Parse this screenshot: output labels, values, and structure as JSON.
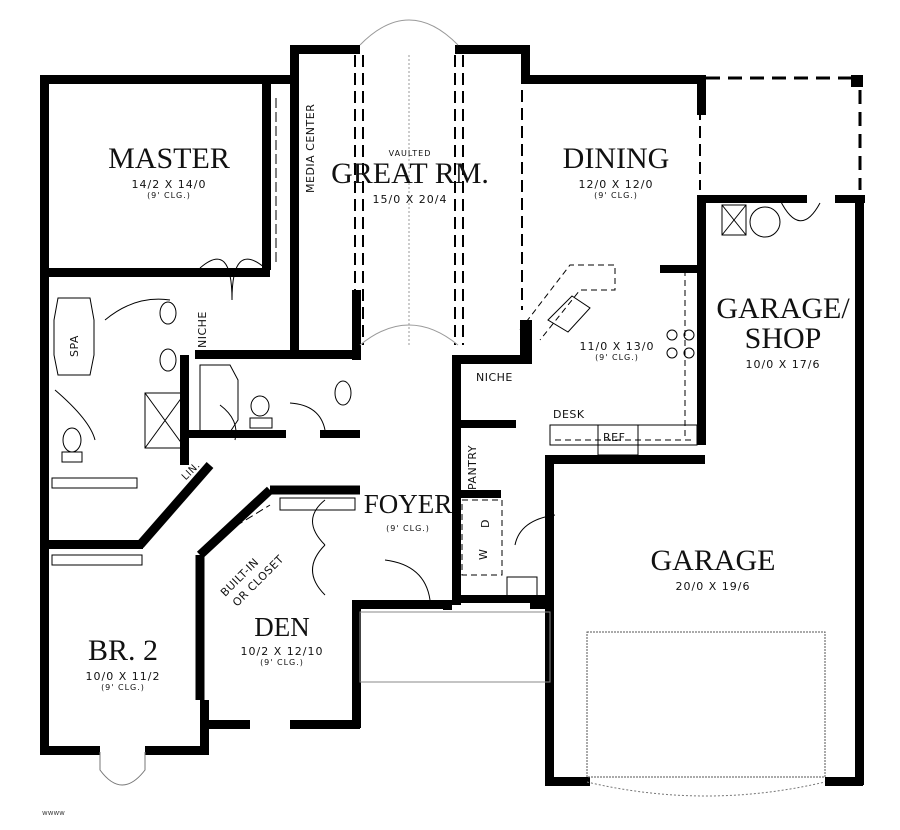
{
  "plan": {
    "type": "floor-plan",
    "rooms": [
      {
        "id": "master",
        "name": "MASTER",
        "dimensions": "14/2 X 14/0",
        "ceiling": "(9' CLG.)"
      },
      {
        "id": "great-room",
        "prefix": "VAULTED",
        "name": "GREAT RM.",
        "dimensions": "15/0 X 20/4"
      },
      {
        "id": "dining",
        "name": "DINING",
        "dimensions": "12/0 X 12/0",
        "ceiling": "(9' CLG.)"
      },
      {
        "id": "kitchen",
        "dimensions": "11/0 X 13/0",
        "ceiling": "(9' CLG.)"
      },
      {
        "id": "garage-shop",
        "name_line1": "GARAGE/",
        "name_line2": "SHOP",
        "dimensions": "10/0 X 17/6"
      },
      {
        "id": "foyer",
        "name": "FOYER",
        "ceiling": "(9' CLG.)"
      },
      {
        "id": "garage",
        "name": "GARAGE",
        "dimensions": "20/0 X 19/6"
      },
      {
        "id": "den",
        "name": "DEN",
        "dimensions": "10/2 X 12/10",
        "ceiling": "(9' CLG.)"
      },
      {
        "id": "bedroom-2",
        "name": "BR. 2",
        "dimensions": "10/0 X 11/2",
        "ceiling": "(9' CLG.)"
      }
    ],
    "fixture_labels": {
      "media_center": "MEDIA CENTER",
      "spa": "SPA",
      "niche_master": "NICHE",
      "niche_kitchen": "NICHE",
      "linen": "LIN.",
      "pantry": "PANTRY",
      "desk": "DESK",
      "ref": "REF",
      "washer": "W",
      "dryer": "D",
      "built_in_line1": "BUILT-IN",
      "built_in_line2": "OR CLOSET"
    },
    "watermark": "wwww"
  }
}
